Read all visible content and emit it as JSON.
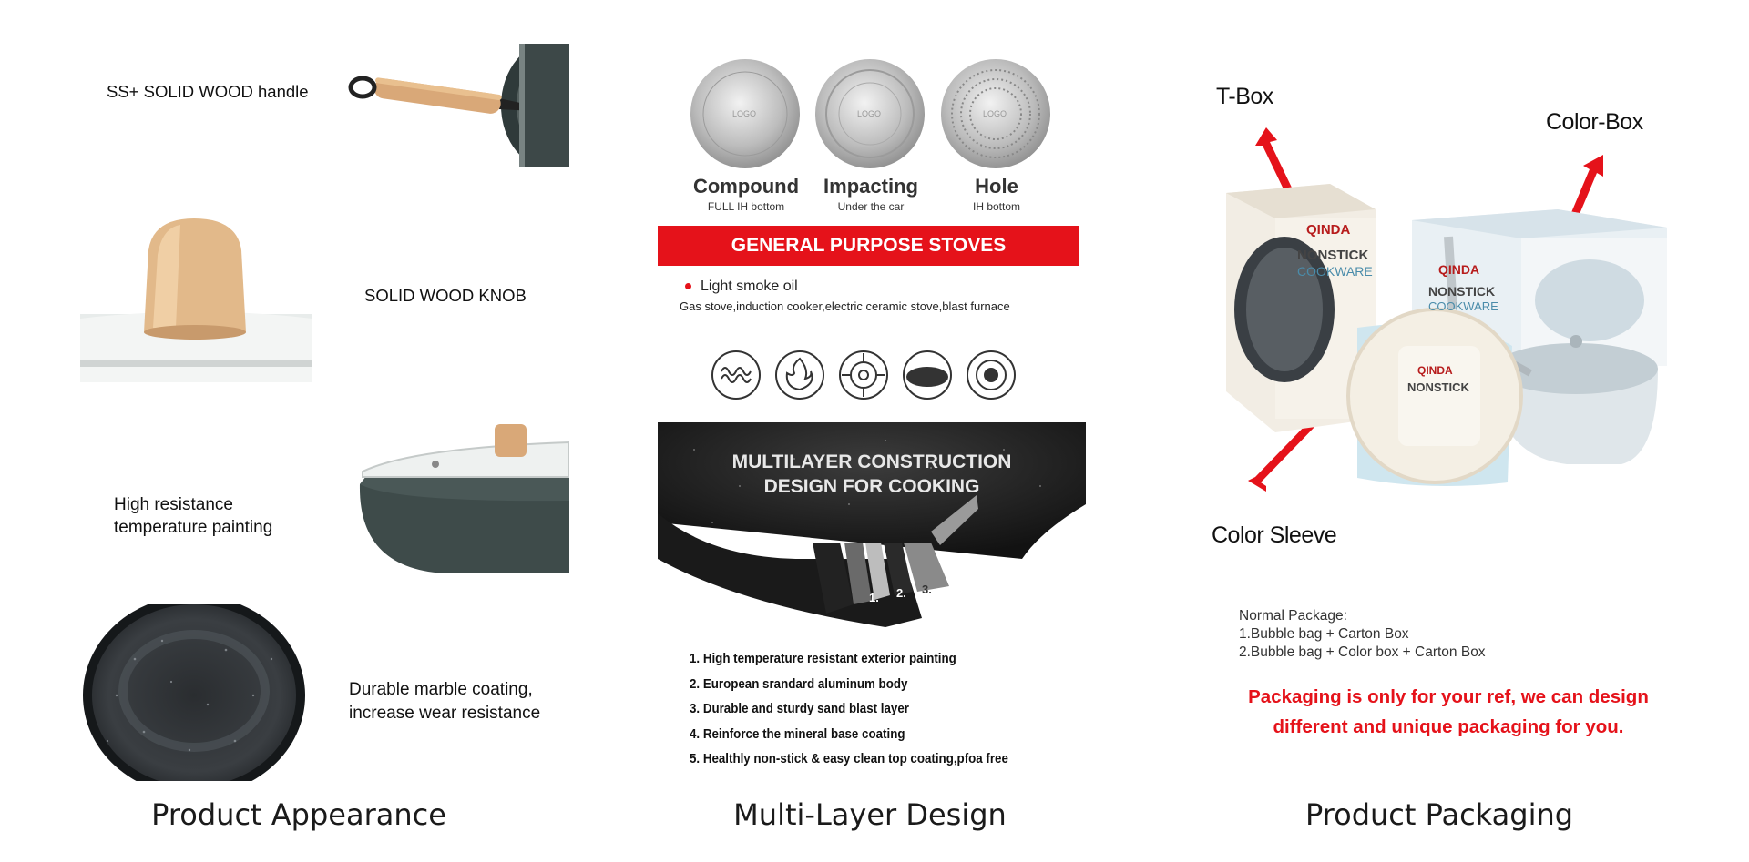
{
  "appearance": {
    "title": "Product Appearance",
    "handle_label": "SS+ SOLID WOOD handle",
    "knob_label": "SOLID WOOD KNOB",
    "painting_label_line1": "High resistance",
    "painting_label_line2": "temperature painting",
    "coating_label_line1": "Durable marble coating,",
    "coating_label_line2": "increase wear resistance"
  },
  "multilayer": {
    "title": "Multi-Layer Design",
    "discs": [
      {
        "name": "Compound",
        "sub": "FULL IH bottom",
        "logo": "LOGO"
      },
      {
        "name": "Impacting",
        "sub": "Under the car",
        "logo": "LOGO"
      },
      {
        "name": "Hole",
        "sub": "IH bottom",
        "logo": "LOGO"
      }
    ],
    "banner": "GENERAL PURPOSE STOVES",
    "smoke": "Light smoke oil",
    "stoves": "Gas stove,induction cooker,electric ceramic stove,blast furnace",
    "stove_icons": [
      "coil-stove-icon",
      "flame-icon",
      "gas-burner-icon",
      "ceramic-plate-icon",
      "induction-icon"
    ],
    "construction_line1": "MULTILAYER CONSTRUCTION",
    "construction_line2": "DESIGN FOR COOKING",
    "layer_numbers": [
      "1.",
      "2.",
      "3.",
      "4.",
      "5."
    ],
    "layers": [
      "1. High temperature resistant exterior painting",
      "2. European srandard aluminum body",
      "3. Durable and sturdy sand blast layer",
      "4. Reinforce the mineral base coating",
      "5. Healthly non-stick & easy clean top coating,pfoa free"
    ]
  },
  "packaging": {
    "title": "Product Packaging",
    "tbox": "T-Box",
    "colorbox": "Color-Box",
    "sleeve": "Color Sleeve",
    "brand": "QINDA",
    "box_text_line1": "NONSTICK",
    "box_text_line2": "COOKWARE",
    "normal_title": "Normal Package:",
    "normal_line1": "1.Bubble bag + Carton Box",
    "normal_line2": "2.Bubble bag + Color box + Carton Box",
    "note_line1": "Packaging is only for your ref, we can design",
    "note_line2": "different and unique packaging for you."
  },
  "colors": {
    "accent_red": "#e5121a",
    "pan_green": "#3e4b4a",
    "wood": "#d9a878"
  }
}
